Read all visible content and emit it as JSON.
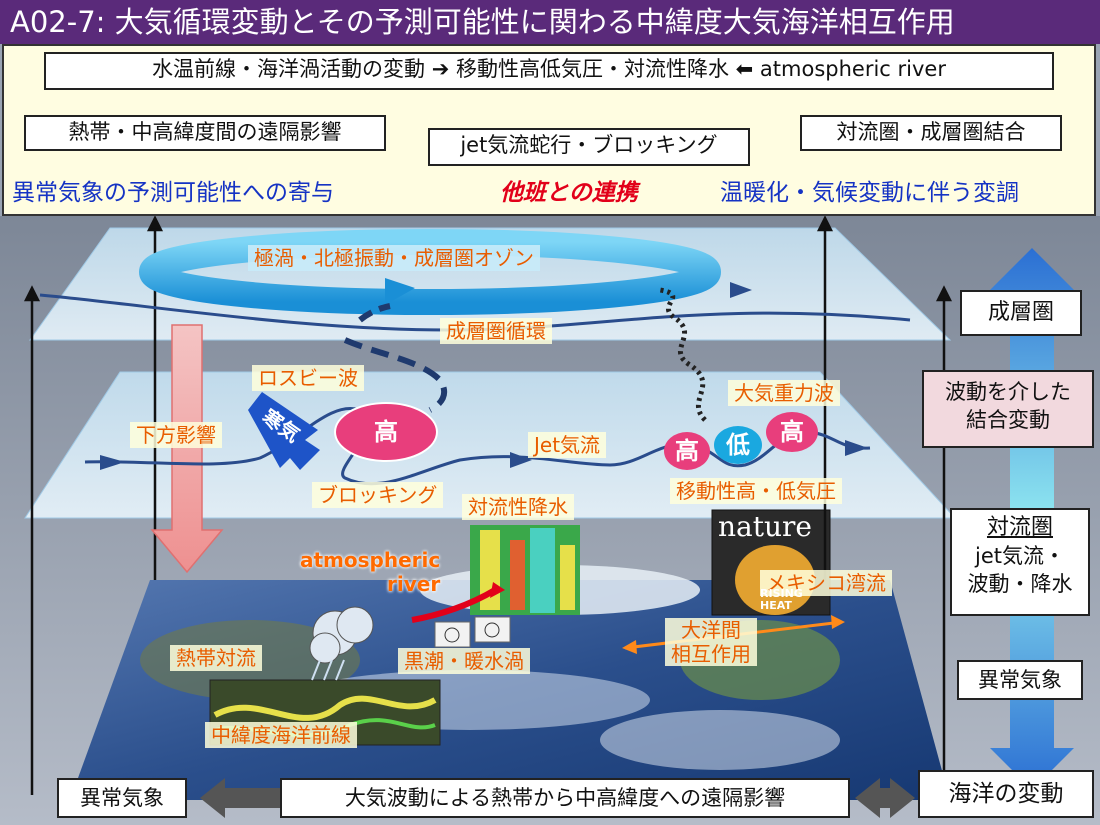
{
  "title": "A02-7: 大気循環変動とその予測可能性に関わる中緯度大気海洋相互作用",
  "top_panel": {
    "row1": "水温前線・海洋渦活動の変動 ➔ 移動性高低気圧・対流性降水 ⬅ atmospheric river",
    "left_box": "熱帯・中高緯度間の遠隔影響",
    "center_box": "jet気流蛇行・ブロッキング",
    "right_box": "対流圏・成層圏結合",
    "blue_left": "異常気象の予測可能性への寄与",
    "red_center": "他班との連携",
    "blue_right": "温暖化・気候変動に伴う変調"
  },
  "diagram": {
    "polar_vortex": "極渦・北極振動・成層圏オゾン",
    "strat_circ": "成層圏循環",
    "rossby": "ロスビー波",
    "gravity": "大気重力波",
    "downward": "下方影響",
    "cold_air": "寒気",
    "high": "高",
    "low": "低",
    "jet": "Jet気流",
    "blocking": "ブロッキング",
    "cyclones": "移動性高・低気圧",
    "conv_precip": "対流性降水",
    "ar": "atmospheric\nriver",
    "kuroshio": "黒潮・暖水渦",
    "mexico": "メキシコ湾流",
    "ocean_inter": "大洋間\n相互作用",
    "trop_conv": "熱帯対流",
    "front": "中緯度海洋前線",
    "nature": "nature",
    "rising": "RISING\nHEAT"
  },
  "side": {
    "strat": "成層圏",
    "coupling": "波動を介した\n結合変動",
    "trop_title": "対流圏",
    "trop_body": "jet気流・\n波動・降水",
    "extreme": "異常気象"
  },
  "bottom": {
    "left": "異常気象",
    "center": "大気波動による熱帯から中高緯度への遠隔影響",
    "right": "海洋の変動"
  },
  "colors": {
    "title_bg": "#5a2a7a",
    "panel_bg": "#fffde1",
    "blue_text": "#1533c4",
    "red_text": "#e2001a",
    "orange_label": "#e85d00",
    "high_pink": "#e83e7c",
    "low_cyan": "#1aa8e0"
  }
}
